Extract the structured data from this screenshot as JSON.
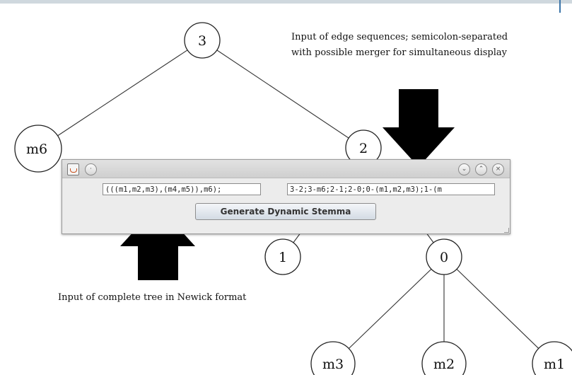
{
  "tree": {
    "nodes": {
      "n3": "3",
      "m6": "m6",
      "n2": "2",
      "n1": "1",
      "n0": "0",
      "m3": "m3",
      "m2": "m2",
      "m1": "m1"
    }
  },
  "annotations": {
    "edges_line1": "Input of edge sequences; semicolon-separated",
    "edges_line2": "with possible merger for simultaneous display",
    "newick": "Input of complete tree in Newick format"
  },
  "dialog": {
    "newick_input_value": "(((m1,m2,m3),(m4,m5)),m6);",
    "edges_input_value": "3-2;3-m6;2-1;2-0;0-(m1,m2,m3);1-(m",
    "generate_label": "Generate Dynamic Stemma",
    "titlebar_icons": [
      "app-icon",
      "menu-icon",
      "minimize-icon",
      "maximize-icon",
      "close-icon"
    ],
    "minimize_glyph": "⌄",
    "maximize_glyph": "⌃",
    "close_glyph": "×",
    "menu_glyph": "·"
  },
  "colors": {
    "arrow": "#000000",
    "window_bg": "#ececec"
  }
}
